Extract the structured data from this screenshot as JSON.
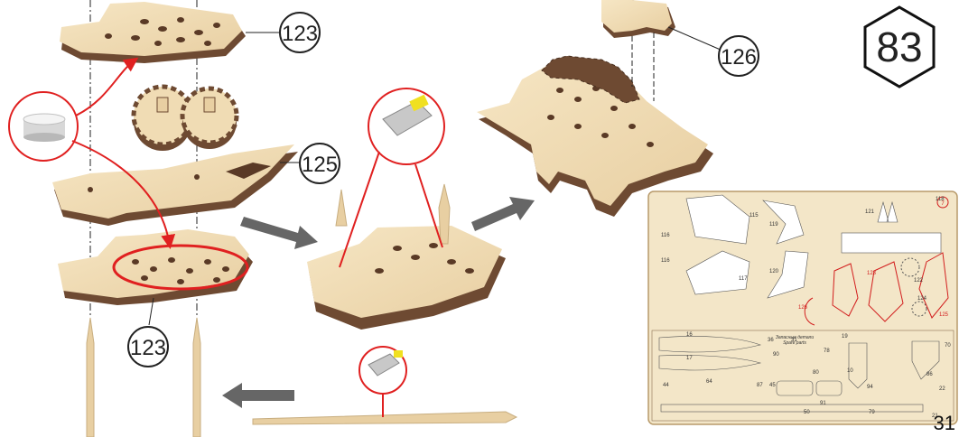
{
  "page": {
    "page_number": "31"
  },
  "step": {
    "number": "83"
  },
  "callouts": {
    "top": "123",
    "middle": "125",
    "bottom": "123",
    "tail": "126"
  },
  "parts_sheet": {
    "sheet_number": "7",
    "spare_parts_ru": "Запасные детали",
    "spare_parts_en": "Spare parts",
    "labels": [
      "115",
      "116",
      "116",
      "117",
      "118",
      "119",
      "120",
      "121",
      "122",
      "123",
      "124",
      "125",
      "126",
      "16",
      "17",
      "36",
      "90",
      "31",
      "78",
      "19",
      "10",
      "70",
      "80",
      "94",
      "64",
      "44",
      "87",
      "45",
      "91",
      "50",
      "86",
      "22",
      "79",
      "21"
    ]
  },
  "colors": {
    "wood": "#f0dcb4",
    "wood_edge": "#6e4a32",
    "highlight": "#e02020",
    "sheet": "#f3e6c8"
  }
}
